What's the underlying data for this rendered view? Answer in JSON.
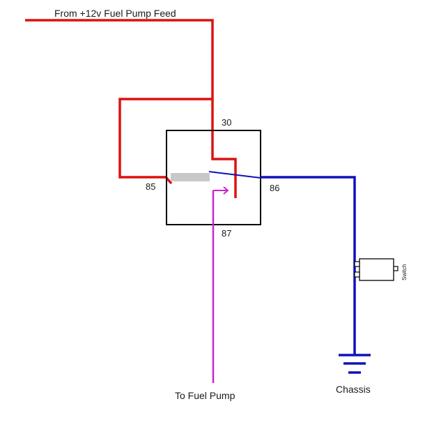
{
  "labels": {
    "feed": "From +12v Fuel Pump Feed",
    "pin_30": "30",
    "pin_85": "85",
    "pin_86": "86",
    "pin_87": "87",
    "switch": "Switch",
    "pump": "To Fuel Pump",
    "chassis": "Chassis"
  },
  "colors": {
    "feed_wire": "#dd1111",
    "ground_wire": "#1111bb",
    "pump_wire": "#cc22cc",
    "relay_outline": "#000000",
    "coil": "#c8c8c8"
  }
}
